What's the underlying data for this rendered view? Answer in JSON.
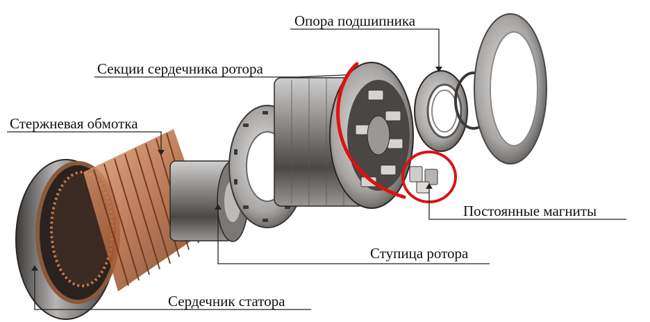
{
  "labels": {
    "bearing_support": "Опора подшипника",
    "rotor_core_sections": "Секции сердечника ротора",
    "bar_winding": "Стержневая обмотка",
    "permanent_magnets": "Постоянные магниты",
    "rotor_hub": "Ступица ротора",
    "stator_core": "Сердечник статора"
  },
  "colors": {
    "highlight": "#e01010",
    "copper": "#b86a3c",
    "steel": "#8a8886",
    "leader": "#222222"
  }
}
